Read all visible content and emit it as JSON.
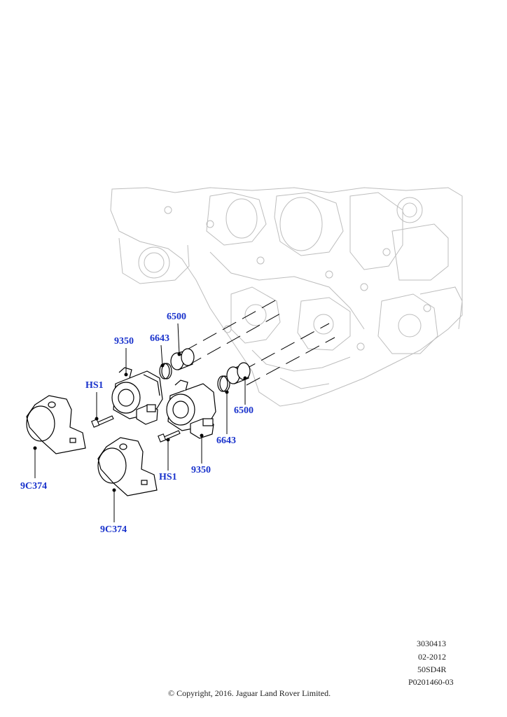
{
  "callouts": {
    "c_9350_top": "9350",
    "c_6643_top": "6643",
    "c_6500_top": "6500",
    "c_hs1_left": "HS1",
    "c_6500_right": "6500",
    "c_6643_right": "6643",
    "c_9350_bottom": "9350",
    "c_hs1_bottom": "HS1",
    "c_9c374_left": "9C374",
    "c_9c374_bottom": "9C374"
  },
  "meta": {
    "line1": "3030413",
    "line2": "02-2012",
    "line3": "50SD4R",
    "line4": "P0201460-03"
  },
  "copyright": "© Copyright, 2016. Jaguar Land Rover Limited.",
  "colors": {
    "callout": "#1a33cc",
    "line": "#000000",
    "ghost": "#c8c8c8"
  }
}
